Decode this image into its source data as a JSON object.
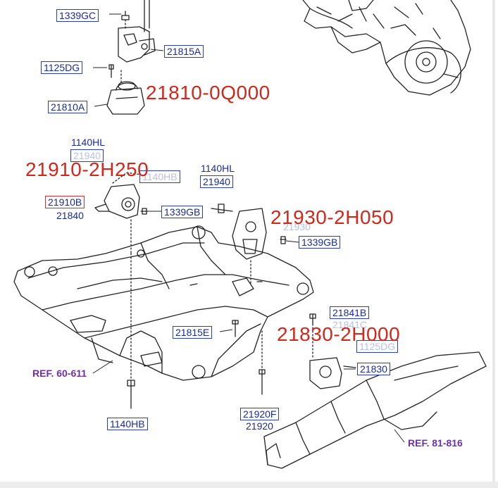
{
  "part_labels": {
    "p1339gc": "1339GC",
    "p21815a": "21815A",
    "p1125dg": "1125DG",
    "p21810a": "21810A",
    "p1140hl_a": "1140HL",
    "p21940_faded": "21940",
    "p1140hb_faded": "1140HB",
    "p21910b": "21910B",
    "p21840": "21840",
    "p1339gb_a": "1339GB",
    "p1140hl_b": "1140HL",
    "p21940": "21940",
    "p21930_faded": "21930",
    "p1339gb_b": "1339GB",
    "p21841b": "21841B",
    "p21841c_faded": "21841C",
    "p1125dg_faded": "1125DG",
    "p21815e": "21815E",
    "p21830": "21830",
    "p21920f": "21920F",
    "p21920": "21920",
    "p1140hb": "1140HB"
  },
  "part_numbers": {
    "n21810": "21810-0Q000",
    "n21910": "21910-2H250",
    "n21930": "21930-2H050",
    "n21830": "21830-2H000"
  },
  "references": {
    "ref60": "REF. 60-611",
    "ref81": "REF. 81-816"
  }
}
